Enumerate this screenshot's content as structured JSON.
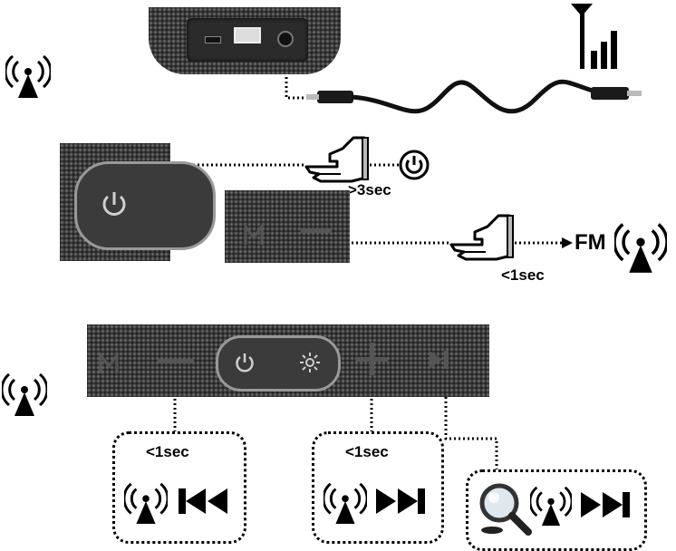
{
  "labels": {
    "power_hold": ">3sec",
    "mode_press": "<1sec",
    "fm": "FM",
    "prev_press": "<1sec",
    "next_press": "<1sec"
  },
  "icons": {
    "antenna": "radio-antenna-icon",
    "signal": "signal-bars-icon",
    "power": "power-icon",
    "hand": "pointing-hand-icon",
    "previous": "skip-previous-icon",
    "next": "skip-next-icon",
    "search": "magnifier-icon",
    "light": "light-icon",
    "mode": "mode-m-icon"
  },
  "colors": {
    "device_body": "#3a3a3a",
    "button_highlight": "#cfcfcf",
    "line": "#000000"
  }
}
